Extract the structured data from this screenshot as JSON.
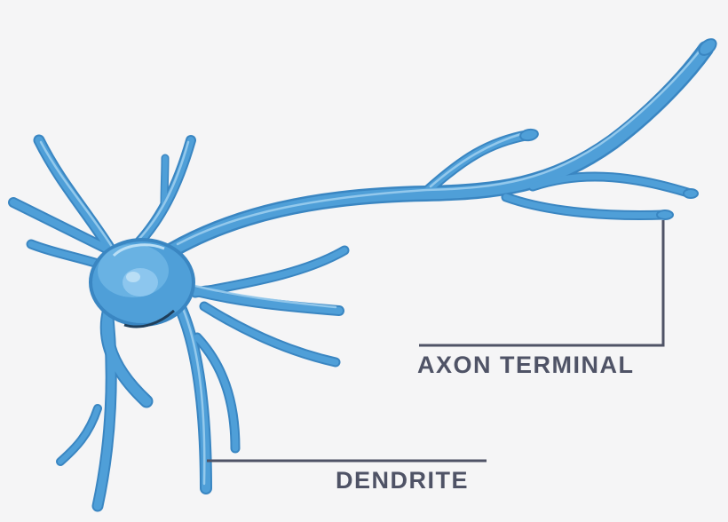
{
  "labels": {
    "axon_terminal": "AXON TERMINAL",
    "dendrite": "DENDRITE"
  },
  "colors": {
    "background": "#f5f5f6",
    "neuron_fill": "#4f9fd8",
    "neuron_dark": "#3a86c2",
    "neuron_highlight": "#9fd0f0",
    "nucleus": "#6fb6e6",
    "leader_line": "#4f5366",
    "label_text": "#4f5366"
  },
  "icons": {
    "main": "neuron-illustration"
  }
}
